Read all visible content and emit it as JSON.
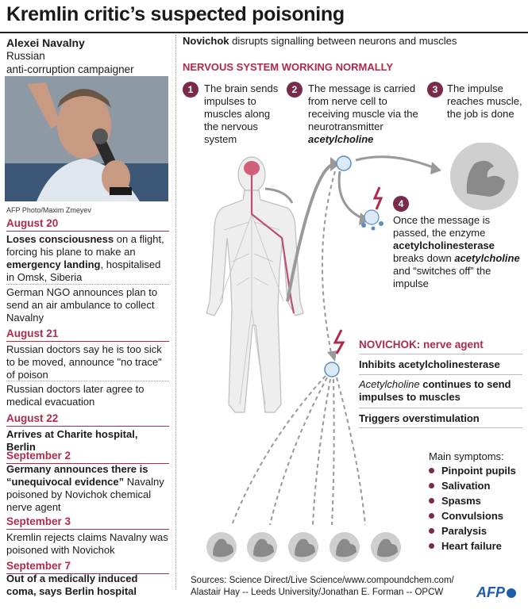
{
  "title": "Kremlin critic’s suspected poisoning",
  "colors": {
    "accent": "#b02a4a",
    "step_circle": "#7a2a4a",
    "afp_blue": "#1a5fa8"
  },
  "profile": {
    "name": "Alexei Navalny",
    "role_line1": "Russian",
    "role_line2": "anti-corruption campaigner",
    "photo_credit": "AFP Photo/Maxim Zmeyev"
  },
  "timeline": [
    {
      "date": "August 20",
      "entries": [
        {
          "parts": [
            {
              "t": "Loses consciousness",
              "b": true
            },
            {
              "t": " on a flight, forcing his plane to make an ",
              "b": false
            },
            {
              "t": "emergency landing",
              "b": true
            },
            {
              "t": ", hospitalised in Omsk, Siberia",
              "b": false
            }
          ]
        },
        {
          "parts": [
            {
              "t": "German NGO announces plan to send an air ambulance to collect Navalny",
              "b": false
            }
          ]
        }
      ]
    },
    {
      "date": "August 21",
      "entries": [
        {
          "parts": [
            {
              "t": "Russian doctors say he is too sick to be moved, announce \"no trace\" of poison",
              "b": false
            }
          ]
        },
        {
          "parts": [
            {
              "t": "Russian doctors later agree to medical evacuation",
              "b": false
            }
          ]
        }
      ]
    },
    {
      "date": "August 22",
      "entries": [
        {
          "parts": [
            {
              "t": "Arrives at Charite hospital, Berlin",
              "b": true
            }
          ]
        }
      ]
    },
    {
      "date": "September 2",
      "entries": [
        {
          "parts": [
            {
              "t": "Germany announces there is “unequivocal evidence”",
              "b": true
            },
            {
              "t": " Navalny poisoned by Novichok chemical nerve agent",
              "b": false
            }
          ]
        }
      ]
    },
    {
      "date": "September 3",
      "entries": [
        {
          "parts": [
            {
              "t": "Kremlin rejects claims Navalny was poisoned with Novichok",
              "b": false
            }
          ]
        }
      ]
    },
    {
      "date": "September 7",
      "entries": [
        {
          "parts": [
            {
              "t": "Out of a medically induced coma, says Berlin hospital",
              "b": true
            }
          ]
        }
      ]
    }
  ],
  "intro": {
    "bold": "Novichok",
    "rest": " disrupts signalling between neurons and muscles"
  },
  "section_heading": "NERVOUS SYSTEM WORKING NORMALLY",
  "steps": [
    {
      "num": "1",
      "text": "The brain sends impulses to muscles along the nervous system"
    },
    {
      "num": "2",
      "text": "The message is carried from nerve cell to receiving muscle via the neurotransmitter",
      "italic": "acetylcholine"
    },
    {
      "num": "3",
      "text": "The impulse reaches muscle, the job is done"
    },
    {
      "num": "4",
      "p1": "Once the message is passed, the enzyme ",
      "b1": "acetylcholinesterase",
      "p2": " breaks down ",
      "i1": "acetylcholine",
      "p3": " and “switches off” the impulse"
    }
  ],
  "novichok": {
    "heading": "NOVICHOK: nerve agent",
    "effect1": "Inhibits acetylcholinesterase",
    "effect2_italic": "Acetylcholine",
    "effect2_rest": " continues to send impulses to muscles",
    "effect3": "Triggers overstimulation"
  },
  "symptoms": {
    "heading": "Main symptoms:",
    "items": [
      "Pinpoint pupils",
      "Salivation",
      "Spasms",
      "Convulsions",
      "Paralysis",
      "Heart failure"
    ]
  },
  "sources": {
    "line1": "Sources: Science Direct/Live Science/www.compoundchem.com/",
    "line2": "Alastair Hay -- Leeds University/Jonathan E. Forman -- OPCW"
  },
  "logo": "AFP"
}
